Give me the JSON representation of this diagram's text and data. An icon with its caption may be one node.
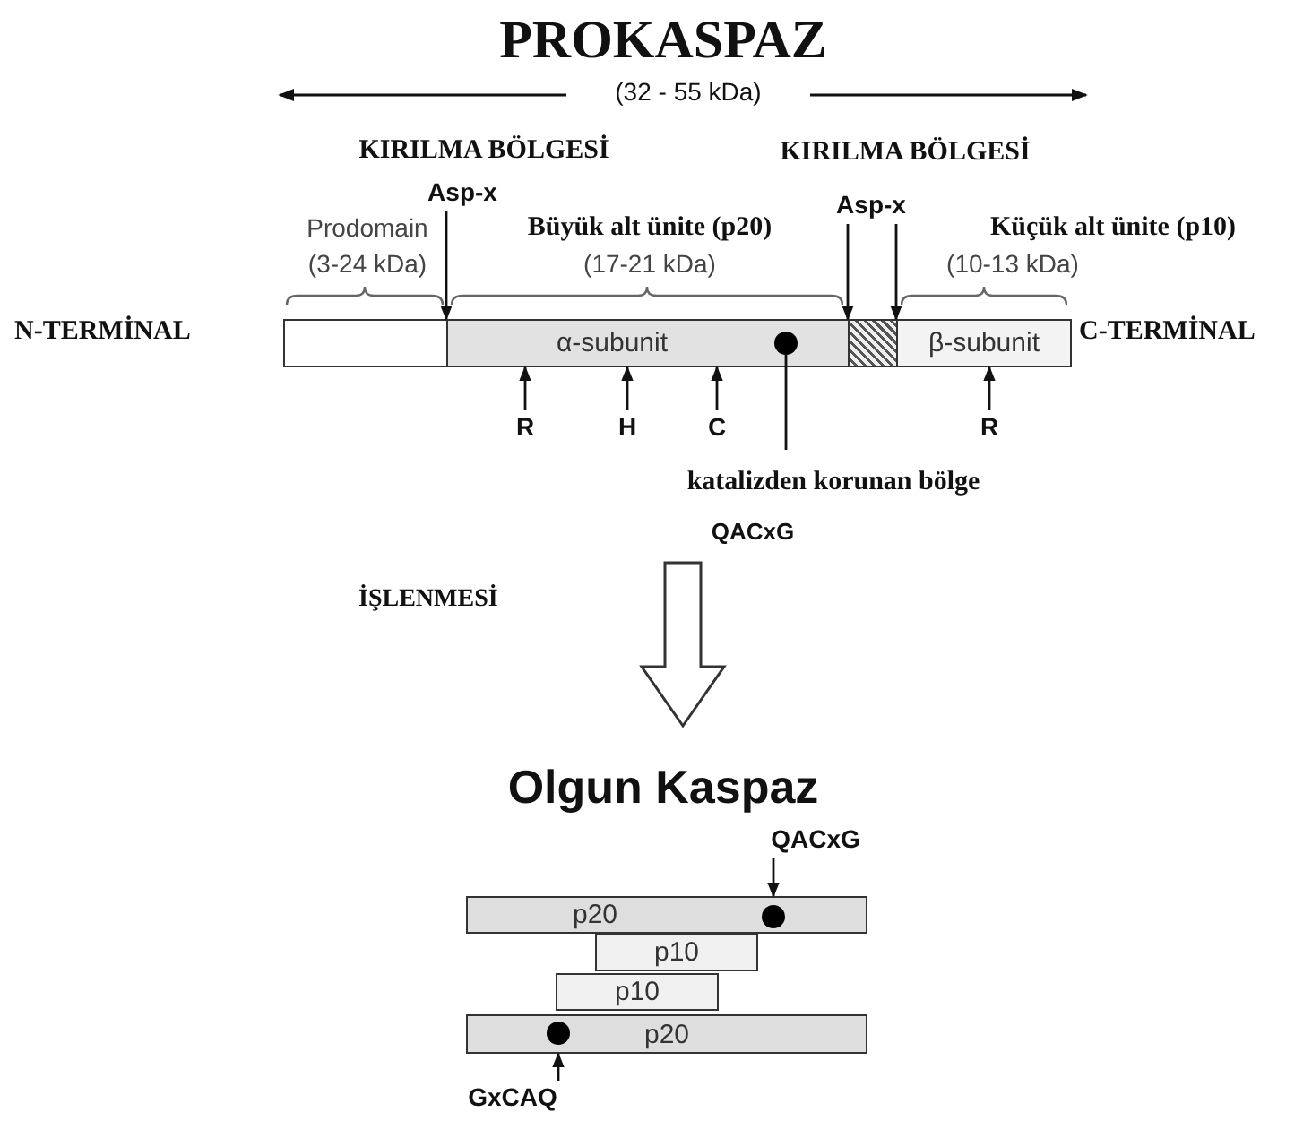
{
  "diagram": {
    "title": "PROKASPAZ",
    "nodes": [
      {
        "text": [],
        "shape": "box",
        "beside": [
          "Prodomain",
          "(3-24 kDa)"
        ]
      },
      {
        "text": [
          "α-subunit"
        ],
        "beside": [
          "Büyük alt ünite (p20)",
          "(17-21 kDa)"
        ]
      },
      {
        "text": [],
        "shape": "circle",
        "in": 1
      },
      {
        "text": [],
        "shape": "box"
      },
      {
        "text": [
          "β-subunit"
        ],
        "beside": [
          "Küçük alt ünite (p10)",
          "(10-13 kDa)"
        ]
      },
      {
        "text": [
          "Asp-x"
        ]
      },
      {
        "text": [
          "Asp-x"
        ]
      },
      {
        "text": [
          "R"
        ]
      },
      {
        "text": [
          "H"
        ]
      },
      {
        "text": [
          "C"
        ]
      },
      {
        "text": [
          "R"
        ]
      },
      {
        "text": [
          "katalizden korunan bölge"
        ]
      },
      {
        "text": [
          "p20"
        ]
      },
      {
        "text": [],
        "shape": "circle",
        "in": 12
      },
      {
        "text": [
          "p10"
        ]
      },
      {
        "text": [
          "p10"
        ]
      },
      {
        "text": [
          "p20"
        ]
      },
      {
        "text": [],
        "shape": "circle",
        "in": 16
      },
      {
        "text": [
          "QACxG"
        ]
      },
      {
        "text": [
          "GxCAQ"
        ]
      }
    ],
    "edges": [
      {
        "from": 5,
        "to": 1,
        "arrow": "to"
      },
      {
        "from": 6,
        "to": 3,
        "arrow": "to"
      },
      {
        "from": 6,
        "to": 4,
        "arrow": "to"
      },
      {
        "from": 7,
        "to": 1,
        "arrow": "to"
      },
      {
        "from": 8,
        "to": 1,
        "arrow": "to"
      },
      {
        "from": 9,
        "to": 1,
        "arrow": "to"
      },
      {
        "from": 10,
        "to": 4,
        "arrow": "to"
      },
      {
        "from": 11,
        "to": 2,
        "arrow": "none"
      },
      {
        "from": 18,
        "to": 12,
        "arrow": "to"
      },
      {
        "from": 19,
        "to": 16,
        "arrow": "to"
      }
    ],
    "labels": [
      "(32 - 55 kDa)",
      "KIRILMA BÖLGESİ",
      "KIRILMA BÖLGESİ",
      "N-TERMİNAL",
      "C-TERMİNAL",
      "QACxG",
      "İŞLENMESİ",
      "Olgun Kaspaz"
    ]
  }
}
